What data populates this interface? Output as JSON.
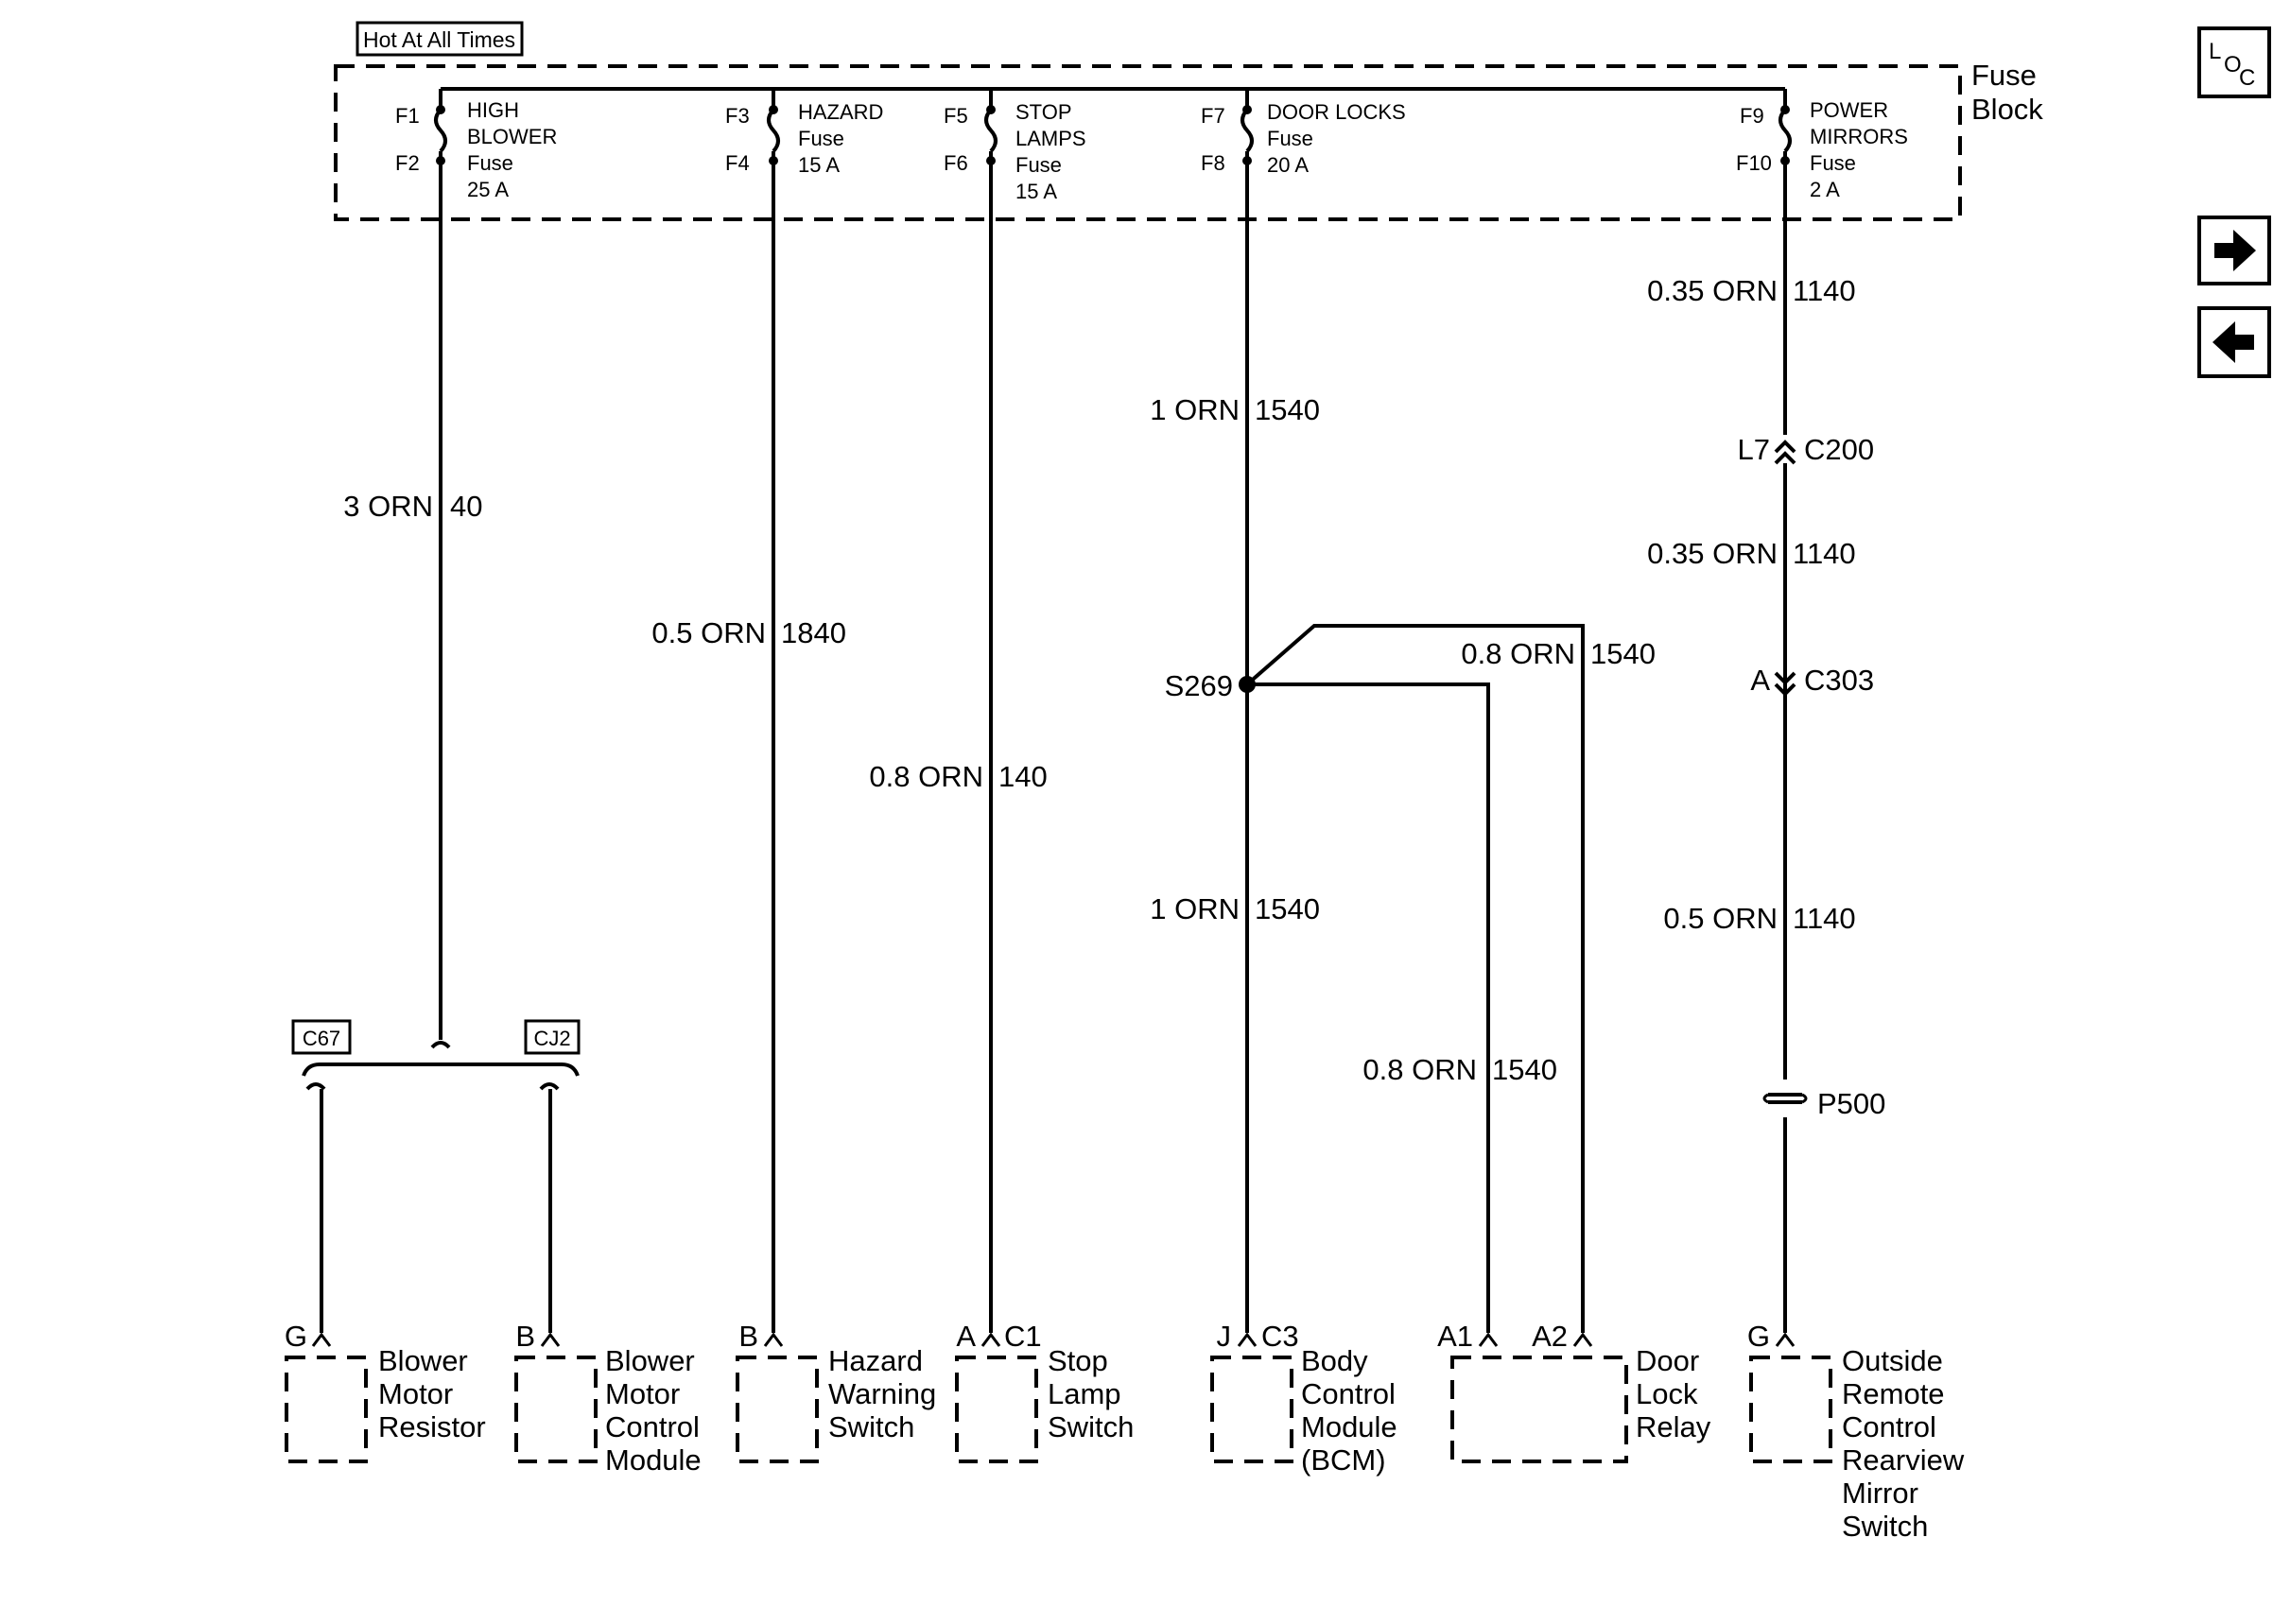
{
  "header": {
    "hot_label": "Hot At All Times",
    "fuse_block_label": [
      "Fuse",
      "Block"
    ]
  },
  "nav": {
    "loc_letters": [
      "L",
      "O",
      "C"
    ]
  },
  "fuses": [
    {
      "top": "F1",
      "bottom": "F2",
      "lines": [
        "HIGH",
        "BLOWER",
        "Fuse",
        "25 A"
      ]
    },
    {
      "top": "F3",
      "bottom": "F4",
      "lines": [
        "HAZARD",
        "Fuse",
        "15 A"
      ]
    },
    {
      "top": "F5",
      "bottom": "F6",
      "lines": [
        "STOP",
        "LAMPS",
        "Fuse",
        "15 A"
      ]
    },
    {
      "top": "F7",
      "bottom": "F8",
      "lines": [
        "DOOR LOCKS",
        "Fuse",
        "20 A"
      ]
    },
    {
      "top": "F9",
      "bottom": "F10",
      "lines": [
        "POWER",
        "MIRRORS",
        "Fuse",
        "2 A"
      ]
    }
  ],
  "wires": {
    "blower": {
      "gauge": "3 ORN",
      "circuit": "40"
    },
    "hazard": {
      "gauge": "0.5 ORN",
      "circuit": "1840"
    },
    "stop": {
      "gauge": "0.8 ORN",
      "circuit": "140"
    },
    "door_upper": {
      "gauge": "1 ORN",
      "circuit": "1540"
    },
    "door_lower": {
      "gauge": "1 ORN",
      "circuit": "1540"
    },
    "door_branch_a2": {
      "gauge": "0.8 ORN",
      "circuit": "1540"
    },
    "door_branch_a1": {
      "gauge": "0.8 ORN",
      "circuit": "1540"
    },
    "mirror_1": {
      "gauge": "0.35 ORN",
      "circuit": "1140"
    },
    "mirror_2": {
      "gauge": "0.35 ORN",
      "circuit": "1140"
    },
    "mirror_3": {
      "gauge": "0.5 ORN",
      "circuit": "1140"
    }
  },
  "splice": "S269",
  "connectors": {
    "c200": {
      "pin": "L7",
      "name": "C200"
    },
    "c303": {
      "pin": "A",
      "name": "C303"
    },
    "p500": "P500",
    "c67": "C67",
    "cj2": "CJ2"
  },
  "components": [
    {
      "pins": [
        "G"
      ],
      "lines": [
        "Blower",
        "Motor",
        "Resistor"
      ]
    },
    {
      "pins": [
        "B"
      ],
      "lines": [
        "Blower",
        "Motor",
        "Control",
        "Module"
      ]
    },
    {
      "pins": [
        "B"
      ],
      "lines": [
        "Hazard",
        "Warning",
        "Switch"
      ]
    },
    {
      "pins": [
        "A",
        "C1"
      ],
      "lines": [
        "Stop",
        "Lamp",
        "Switch"
      ]
    },
    {
      "pins": [
        "J",
        "C3"
      ],
      "lines": [
        "Body",
        "Control",
        "Module",
        "(BCM)"
      ]
    },
    {
      "pins": [
        "A1",
        "A2"
      ],
      "lines": [
        "Door",
        "Lock",
        "Relay"
      ]
    },
    {
      "pins": [
        "G"
      ],
      "lines": [
        "Outside",
        "Remote",
        "Control",
        "Rearview",
        "Mirror",
        "Switch"
      ]
    }
  ]
}
